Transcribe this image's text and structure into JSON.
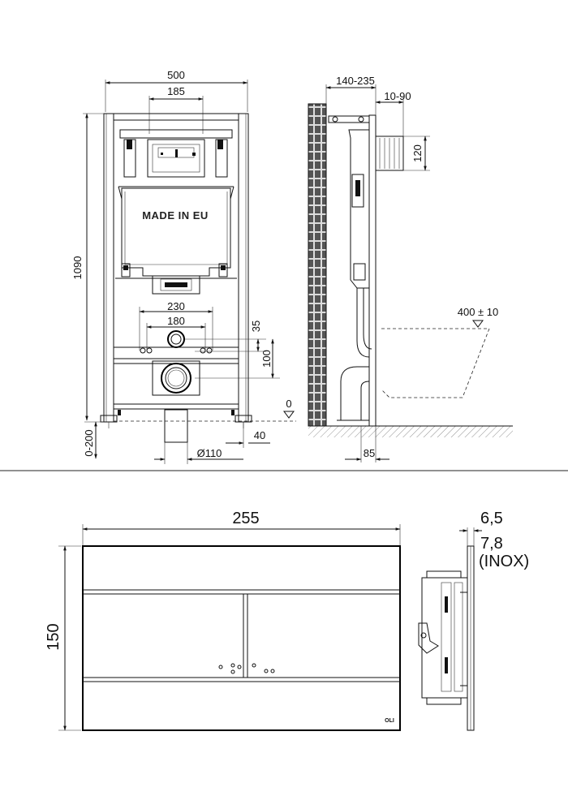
{
  "frame_front": {
    "width": "500",
    "top_span": "185",
    "label": "MADE IN EU",
    "height": "1090",
    "dist_230": "230",
    "dist_180": "180",
    "dim_35": "35",
    "dim_100": "100",
    "floor_zero": "0",
    "leg_range": "0-200",
    "offset_40": "40",
    "pipe_diam": "Ø110"
  },
  "frame_side": {
    "depth_range": "140-235",
    "offset_10_90": "10-90",
    "dim_120": "120",
    "bowl_height": "400 ± 10",
    "dim_85": "85"
  },
  "plate_front": {
    "width": "255",
    "height": "150",
    "brand": "OLI"
  },
  "plate_side": {
    "thickness": "6,5",
    "thickness_inox": "7,8",
    "inox_label": "(INOX)"
  }
}
